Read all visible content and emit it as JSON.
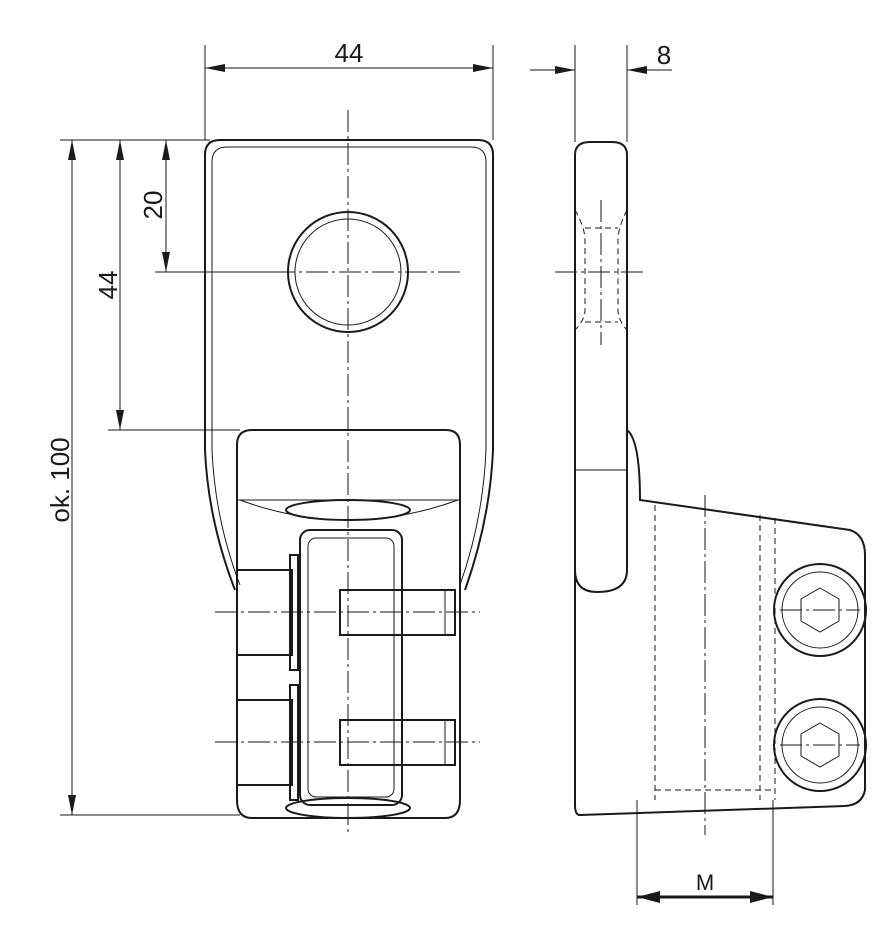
{
  "dimensions": {
    "width_top": "44",
    "thickness": "8",
    "hole_offset": "20",
    "hole_to_block": "44",
    "total_height": "ok. 100",
    "mount_width": "M"
  }
}
